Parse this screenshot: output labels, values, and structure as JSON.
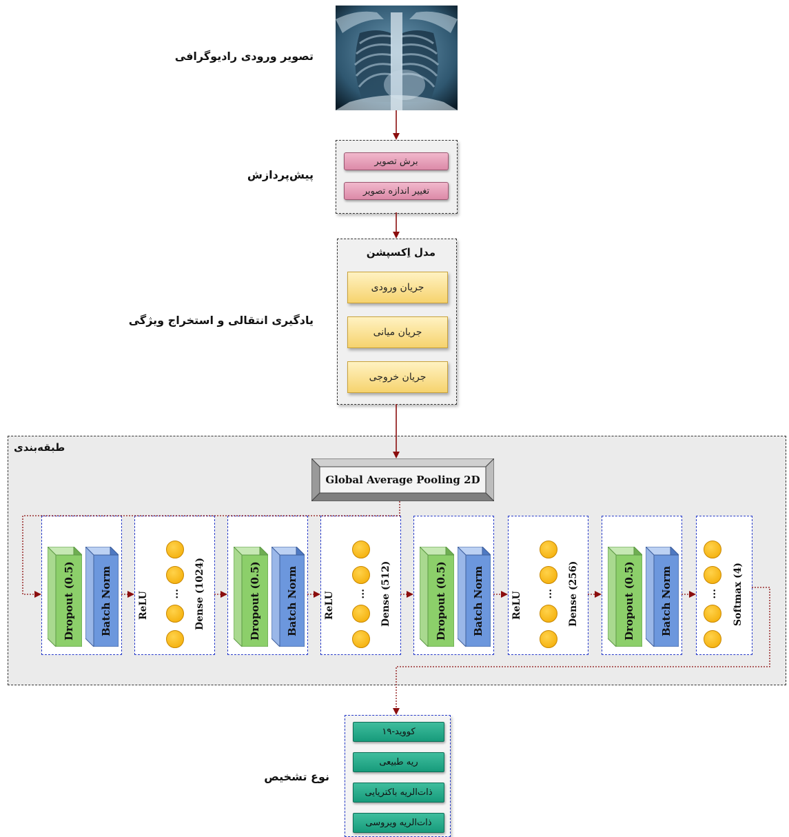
{
  "stages": {
    "input_label": "تصویر ورودی رادیوگرافی",
    "preprocess_label": "پیش‌پردازش",
    "transfer_label": "یادگیری انتقالی و استخراج ویژگی",
    "diagnosis_label": "نوع تشخیص"
  },
  "preprocess": [
    "برش تصویر",
    "تغییر اندازه تصویر"
  ],
  "model": {
    "title": "مدل اِکسپشن",
    "flows": [
      "جریان ورودی",
      "جریان میانی",
      "جریان خروجی"
    ]
  },
  "classification": {
    "title": "طبقه‌بندی",
    "gap": "Global Average Pooling 2D",
    "layers": [
      {
        "type": "reg",
        "dropout": "Dropout (0.5)",
        "bn": "Batch Norm"
      },
      {
        "type": "dense",
        "act": "ReLU",
        "dense": "Dense (1024)",
        "ellipsis": "..."
      },
      {
        "type": "reg",
        "dropout": "Dropout (0.5)",
        "bn": "Batch Norm"
      },
      {
        "type": "dense",
        "act": "ReLU",
        "dense": "Dense (512)",
        "ellipsis": "..."
      },
      {
        "type": "reg",
        "dropout": "Dropout (0.5)",
        "bn": "Batch Norm"
      },
      {
        "type": "dense",
        "act": "ReLU",
        "dense": "Dense (256)",
        "ellipsis": "..."
      },
      {
        "type": "reg",
        "dropout": "Dropout (0.5)",
        "bn": "Batch Norm"
      },
      {
        "type": "softmax",
        "dense": "Softmax (4)",
        "ellipsis": "..."
      }
    ]
  },
  "diagnoses": [
    "کووید-۱۹",
    "ریه طبیعی",
    "ذات‌الریه باکتریایی",
    "ذات‌الریه ویروسی"
  ],
  "colors": {
    "arrow": "#8b0d0d",
    "dropout_green": "#8ccf6a",
    "batchnorm_blue": "#6c97dd",
    "neuron": "#f5b800",
    "pink": "#e7a3bb",
    "yellow": "#fbe29a",
    "teal": "#22a887"
  }
}
